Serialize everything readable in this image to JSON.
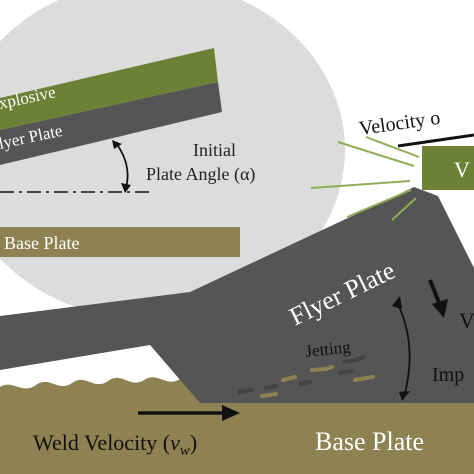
{
  "inset": {
    "explosive_label": "xplosive",
    "flyer_label": "lyer Plate",
    "angle_label_line1": "Initial",
    "angle_label_line2": "Plate Angle (α)",
    "base_label": "Base Plate"
  },
  "main": {
    "velocity_label": "Velocity o",
    "flyer_label": "Flyer Plate",
    "jetting_label": "Jetting",
    "impact_label": "Imp",
    "v_label": "V",
    "weld_velocity_text": "Weld Velocity (",
    "weld_velocity_symbol": "v",
    "weld_velocity_sub": "w",
    "weld_velocity_close": ")",
    "base_label": "Base Plate"
  },
  "colors": {
    "explosive_green": "#6b8236",
    "flyer_gray": "#555555",
    "base_khaki": "#8e8253",
    "inset_bg": "#dcdcdc",
    "ray_green": "#8fac57"
  }
}
